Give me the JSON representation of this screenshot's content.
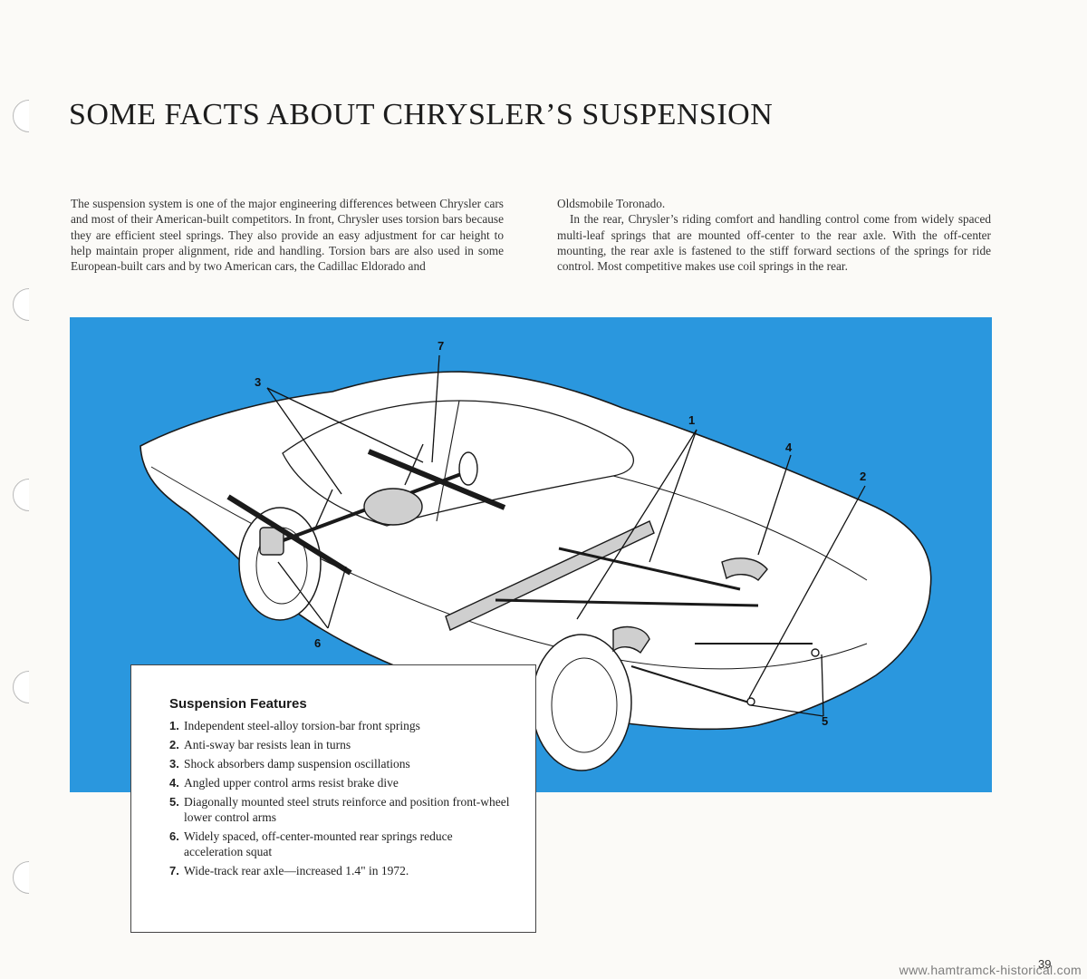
{
  "page": {
    "title": "SOME FACTS ABOUT CHRYSLER’S SUSPENSION",
    "page_number": "39",
    "watermark": "www.hamtramck-historical.com"
  },
  "body_text": {
    "left_column": "The suspension system is one of the major engineering differences between Chrysler cars and most of their American-built competitors. In front, Chrysler uses torsion bars because they are efficient steel springs. They also provide an easy adjustment for car height to help maintain proper alignment, ride and handling. Torsion bars are also used in some European-built cars and by two American cars, the Cadillac Eldorado and",
    "right_column_continuation": "Oldsmobile Toronado.",
    "right_column_paragraph": "In the rear, Chrysler’s riding comfort and handling control come from widely spaced multi-leaf springs that are mounted off-center to the rear axle. With the off-center mounting, the rear axle is fastened to the stiff forward sections of the springs for ride control. Most competitive makes use coil springs in the rear."
  },
  "illustration": {
    "background_color": "#2a97de",
    "callouts": [
      "1",
      "2",
      "3",
      "4",
      "5",
      "6",
      "7"
    ]
  },
  "features": {
    "heading": "Suspension Features",
    "items": [
      {
        "num": "1.",
        "text": "Independent steel-alloy torsion-bar front springs"
      },
      {
        "num": "2.",
        "text": "Anti-sway bar resists lean in turns"
      },
      {
        "num": "3.",
        "text": "Shock absorbers damp suspension oscillations"
      },
      {
        "num": "4.",
        "text": "Angled upper control arms resist brake dive"
      },
      {
        "num": "5.",
        "text": "Diagonally mounted steel struts reinforce and position front-wheel lower control arms"
      },
      {
        "num": "6.",
        "text": "Widely spaced, off-center-mounted rear springs reduce acceleration squat"
      },
      {
        "num": "7.",
        "text": "Wide-track rear axle—increased 1.4\" in 1972."
      }
    ]
  }
}
